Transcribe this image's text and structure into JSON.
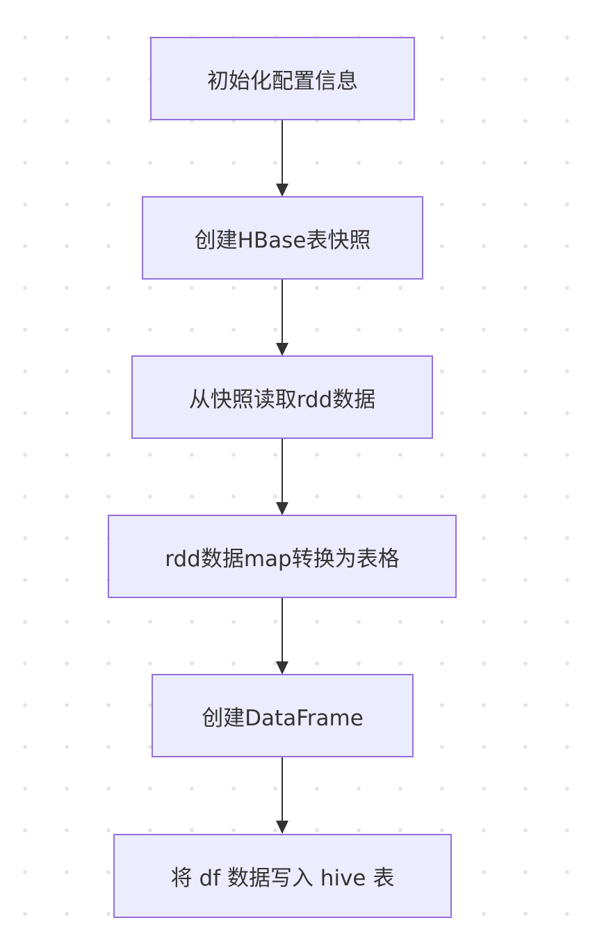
{
  "flowchart": {
    "steps": [
      "初始化配置信息",
      "创建HBase表快照",
      "从快照读取rdd数据",
      "rdd数据map转换为表格",
      "创建DataFrame",
      "将 df 数据写入 hive 表"
    ]
  }
}
